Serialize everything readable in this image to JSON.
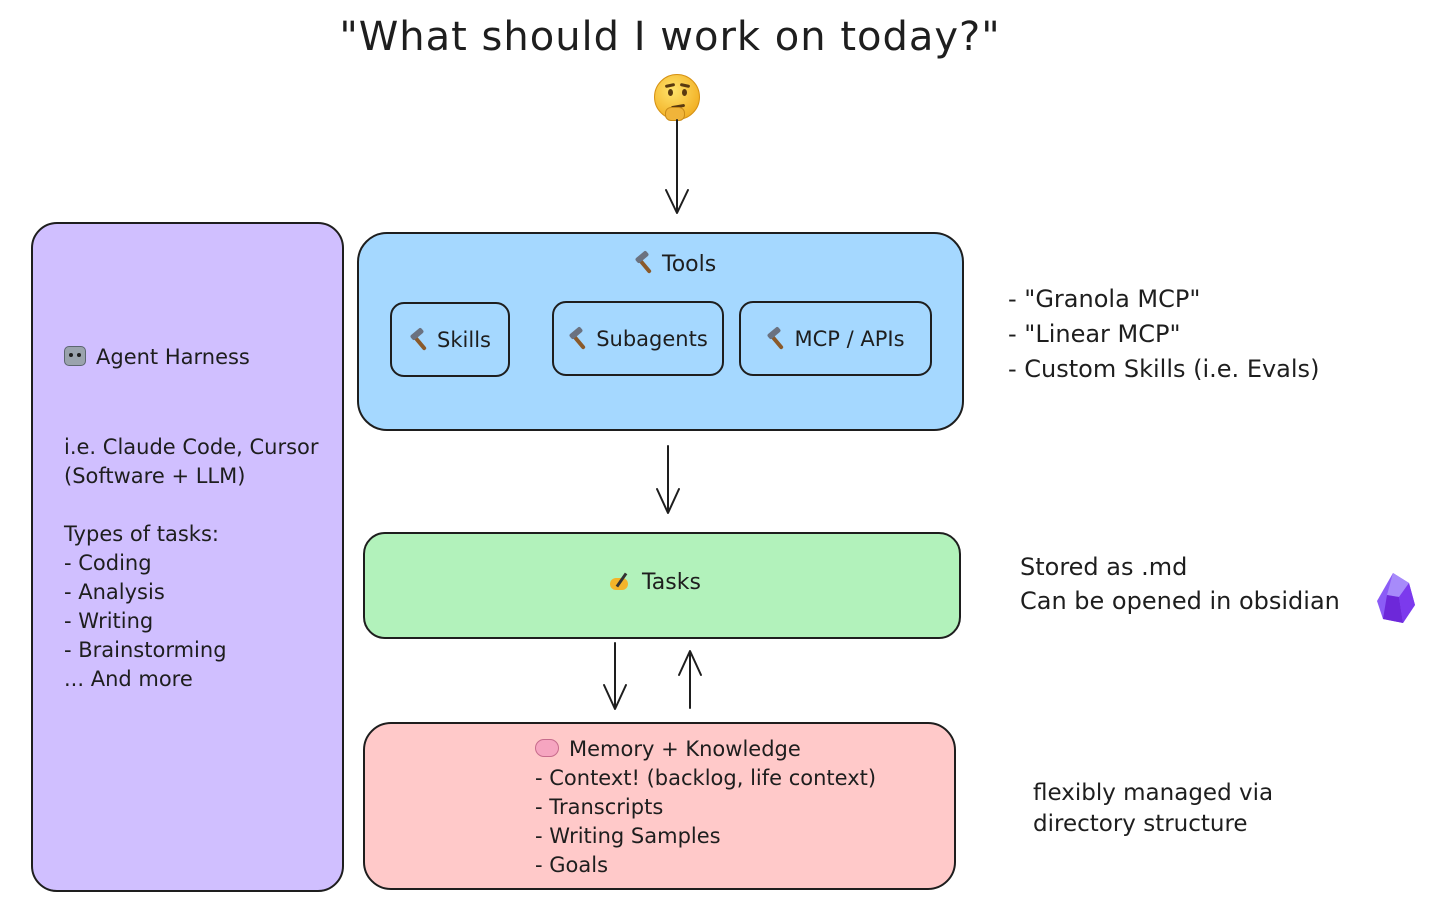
{
  "title": "\"What should I work on today?\"",
  "icons": {
    "thinking": "thinking-face-icon",
    "tool": "hammer-icon",
    "agent": "robot-icon",
    "tasks": "writing-hand-icon",
    "memory": "brain-icon",
    "obsidian": "obsidian-icon"
  },
  "colors": {
    "harness": "#d0bfff",
    "tools": "#a5d8ff",
    "tasks": "#b2f2bb",
    "memory": "#ffc9c9"
  },
  "tools": {
    "label": "Tools",
    "items": [
      "Skills",
      "Subagents",
      "MCP / APIs"
    ],
    "notes": "- \"Granola MCP\"\n- \"Linear MCP\"\n- Custom Skills (i.e. Evals)"
  },
  "harness": {
    "title": "Agent Harness",
    "body": "i.e. Claude Code, Cursor\n(Software + LLM)\n\nTypes of tasks:\n- Coding\n- Analysis\n- Writing\n- Brainstorming\n... And more"
  },
  "tasks": {
    "label": "Tasks",
    "notes": "Stored as .md\nCan be opened in obsidian"
  },
  "memory": {
    "title": "Memory + Knowledge",
    "body": "- Context! (backlog, life context)\n- Transcripts\n- Writing Samples\n- Goals",
    "notes": "flexibly managed via\ndirectory structure"
  }
}
